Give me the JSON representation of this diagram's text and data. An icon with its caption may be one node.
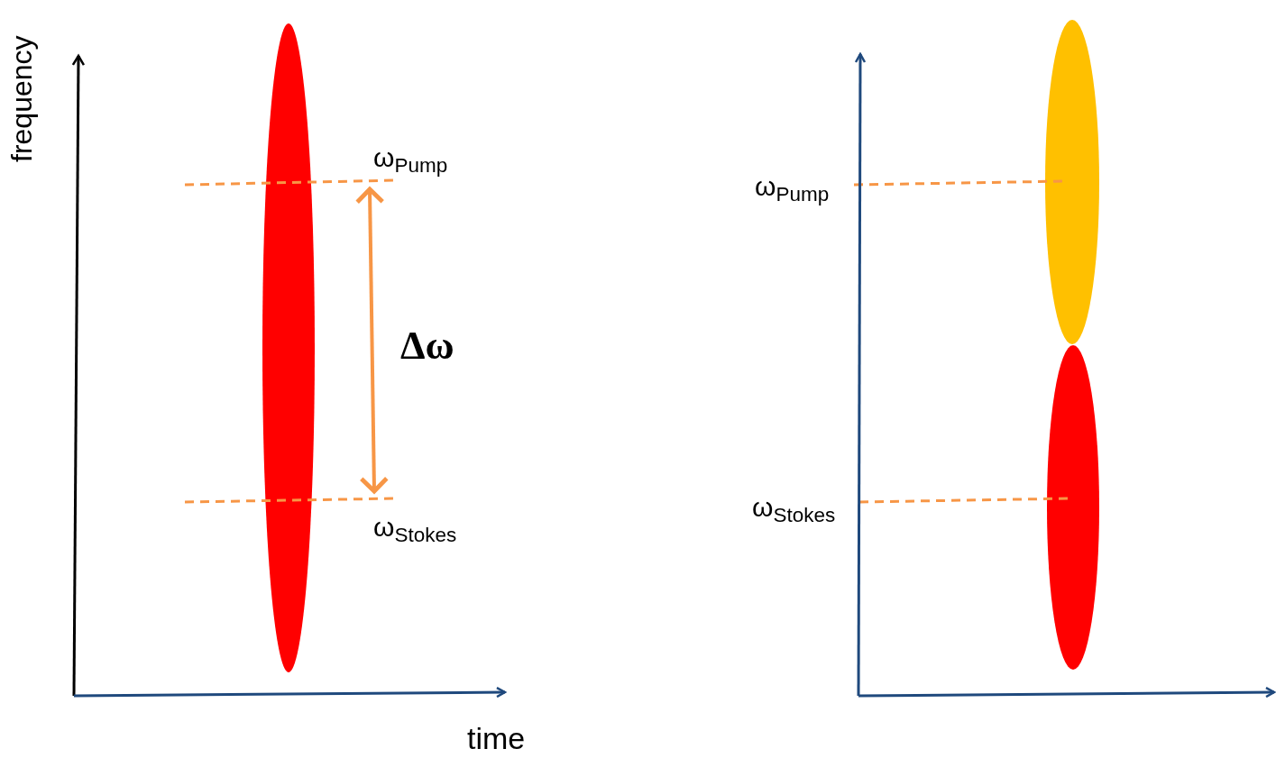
{
  "diagram": {
    "nodes": [
      {
        "text": [],
        "shape": "ellipse"
      },
      {
        "text": [],
        "shape": "ellipse"
      },
      {
        "text": [],
        "shape": "ellipse"
      }
    ],
    "labels": [
      "frequency",
      "ω$_{Pump}$",
      "Δω",
      "ω$_{Stokes}$",
      "time",
      "ω$_{Pump}$",
      "ω$_{Stokes}$"
    ]
  }
}
